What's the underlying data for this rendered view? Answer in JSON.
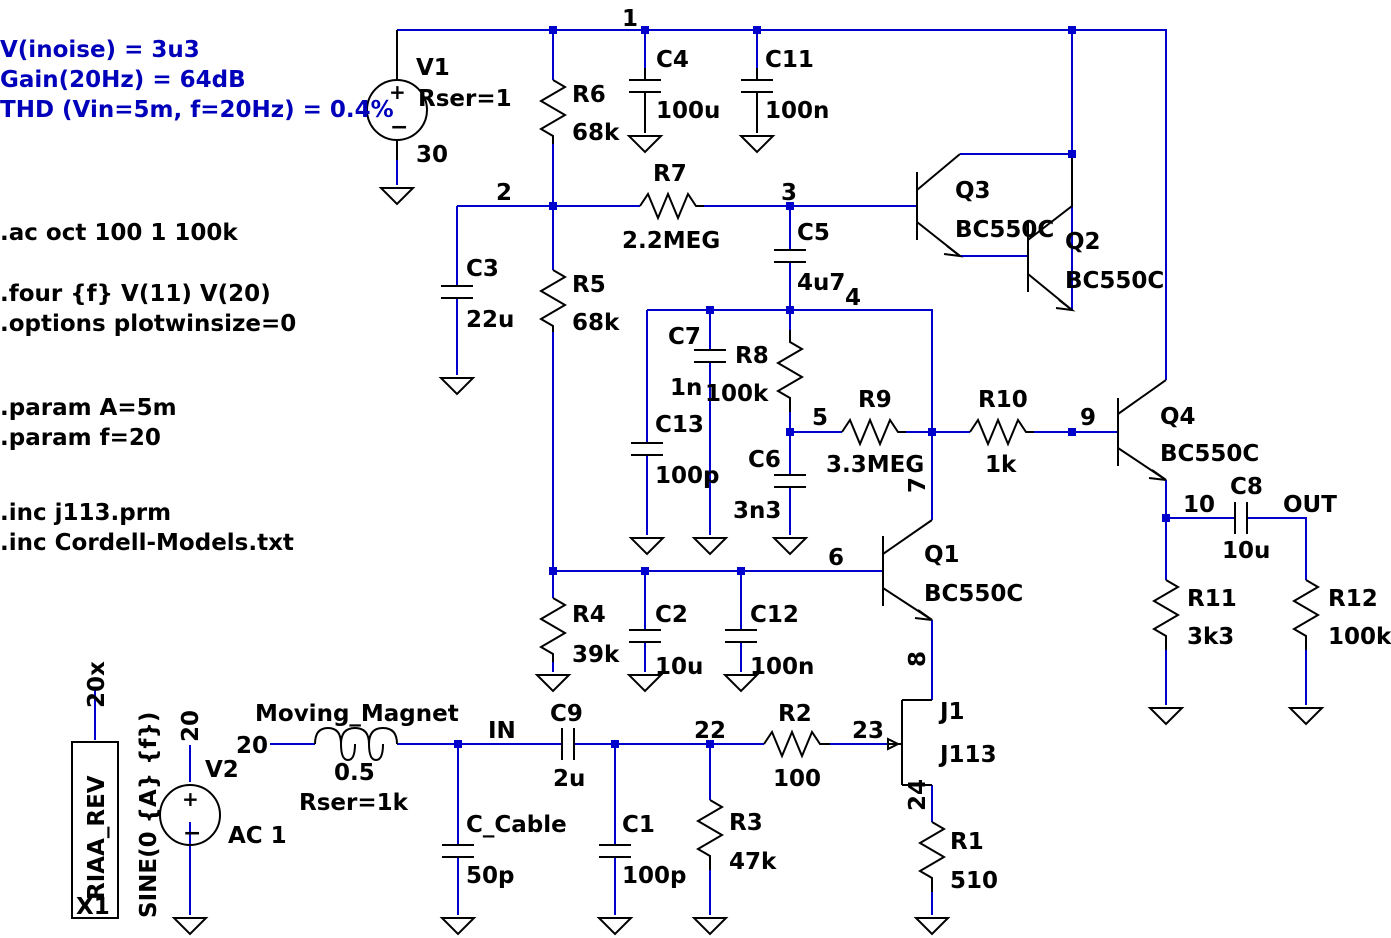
{
  "annotations": {
    "noise": "V(inoise) = 3u3",
    "gain": "Gain(20Hz) = 64dB",
    "thd": "THD (Vin=5m, f=20Hz) = 0.4%"
  },
  "directives": {
    "ac": ".ac oct 100 1 100k",
    "four": ".four {f} V(11) V(20)",
    "options": ".options plotwinsize=0",
    "param_a": ".param A=5m",
    "param_f": ".param f=20",
    "inc1": ".inc j113.prm",
    "inc2": ".inc Cordell-Models.txt"
  },
  "nets": {
    "n1": "1",
    "n2": "2",
    "n3": "3",
    "n4": "4",
    "n5": "5",
    "n6": "6",
    "n7": "7",
    "n8": "8",
    "n9": "9",
    "n10": "10",
    "n20": "20",
    "n20x": "20x",
    "n22": "22",
    "n23": "23",
    "n24": "24",
    "in": "IN",
    "out": "OUT"
  },
  "components": {
    "V1": {
      "name": "V1",
      "rser": "Rser=1",
      "value": "30"
    },
    "V2": {
      "name": "V2",
      "value": "SINE(0 {A} {f})",
      "ac": "AC 1"
    },
    "X1": {
      "name": "X1",
      "value": "RIAA_REV"
    },
    "L1": {
      "name": "Moving_Magnet",
      "value": "0.5",
      "rser": "Rser=1k"
    },
    "R1": {
      "name": "R1",
      "value": "510"
    },
    "R2": {
      "name": "R2",
      "value": "100"
    },
    "R3": {
      "name": "R3",
      "value": "47k"
    },
    "R4": {
      "name": "R4",
      "value": "39k"
    },
    "R5": {
      "name": "R5",
      "value": "68k"
    },
    "R6": {
      "name": "R6",
      "value": "68k"
    },
    "R7": {
      "name": "R7",
      "value": "2.2MEG"
    },
    "R8": {
      "name": "R8",
      "value": "100k"
    },
    "R9": {
      "name": "R9",
      "value": "3.3MEG"
    },
    "R10": {
      "name": "R10",
      "value": "1k"
    },
    "R11": {
      "name": "R11",
      "value": "3k3"
    },
    "R12": {
      "name": "R12",
      "value": "100k"
    },
    "C1": {
      "name": "C1",
      "value": "100p"
    },
    "C2": {
      "name": "C2",
      "value": "10u"
    },
    "C3": {
      "name": "C3",
      "value": "22u"
    },
    "C4": {
      "name": "C4",
      "value": "100u"
    },
    "C5": {
      "name": "C5",
      "value": "4u7"
    },
    "C6": {
      "name": "C6",
      "value": "3n3"
    },
    "C7": {
      "name": "C7",
      "value": "1n"
    },
    "C8": {
      "name": "C8",
      "value": "10u"
    },
    "C9": {
      "name": "C9",
      "value": "2u"
    },
    "C11": {
      "name": "C11",
      "value": "100n"
    },
    "C12": {
      "name": "C12",
      "value": "100n"
    },
    "C13": {
      "name": "C13",
      "value": "100p"
    },
    "C_Cable": {
      "name": "C_Cable",
      "value": "50p"
    },
    "Q1": {
      "name": "Q1",
      "value": "BC550C"
    },
    "Q2": {
      "name": "Q2",
      "value": "BC550C"
    },
    "Q3": {
      "name": "Q3",
      "value": "BC550C"
    },
    "Q4": {
      "name": "Q4",
      "value": "BC550C"
    },
    "J1": {
      "name": "J1",
      "value": "J113"
    }
  },
  "colors": {
    "wire": "#0000cc",
    "component": "#000000",
    "annotation": "#0000bb",
    "background": "#ffffff"
  }
}
